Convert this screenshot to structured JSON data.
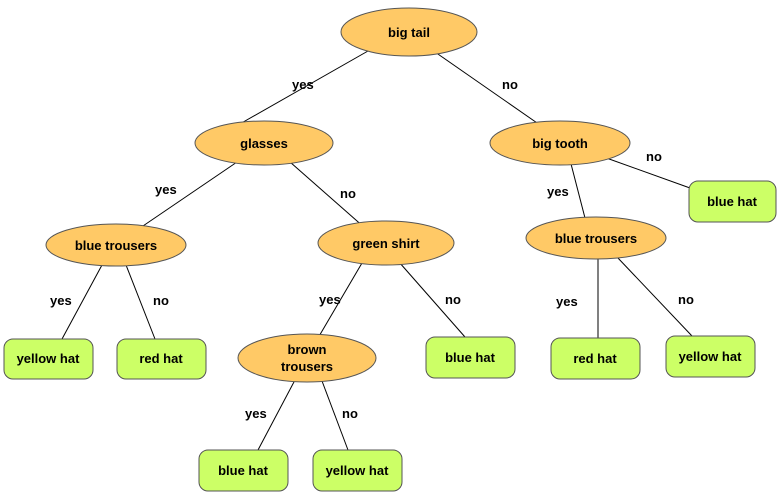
{
  "colors": {
    "decision_fill": "#ffc966",
    "leaf_fill": "#ccff66",
    "stroke": "#555555"
  },
  "nodes": {
    "big_tail": "big tail",
    "glasses": "glasses",
    "big_tooth": "big tooth",
    "blue_trousers_left": "blue trousers",
    "green_shirt": "green shirt",
    "blue_trousers_right": "blue trousers",
    "brown_trousers_line1": "brown",
    "brown_trousers_line2": "trousers",
    "leaf_yellow_hat_1": "yellow hat",
    "leaf_red_hat_1": "red hat",
    "leaf_blue_hat_green": "blue hat",
    "leaf_blue_hat_tooth": "blue hat",
    "leaf_red_hat_2": "red hat",
    "leaf_yellow_hat_2": "yellow hat",
    "leaf_blue_hat_brown": "blue hat",
    "leaf_yellow_hat_brown": "yellow hat"
  },
  "edges": {
    "big_tail_yes": "yes",
    "big_tail_no": "no",
    "glasses_yes": "yes",
    "glasses_no": "no",
    "big_tooth_yes": "yes",
    "big_tooth_no": "no",
    "blue_trousers_left_yes": "yes",
    "blue_trousers_left_no": "no",
    "green_shirt_yes": "yes",
    "green_shirt_no": "no",
    "blue_trousers_right_yes": "yes",
    "blue_trousers_right_no": "no",
    "brown_trousers_yes": "yes",
    "brown_trousers_no": "no"
  }
}
